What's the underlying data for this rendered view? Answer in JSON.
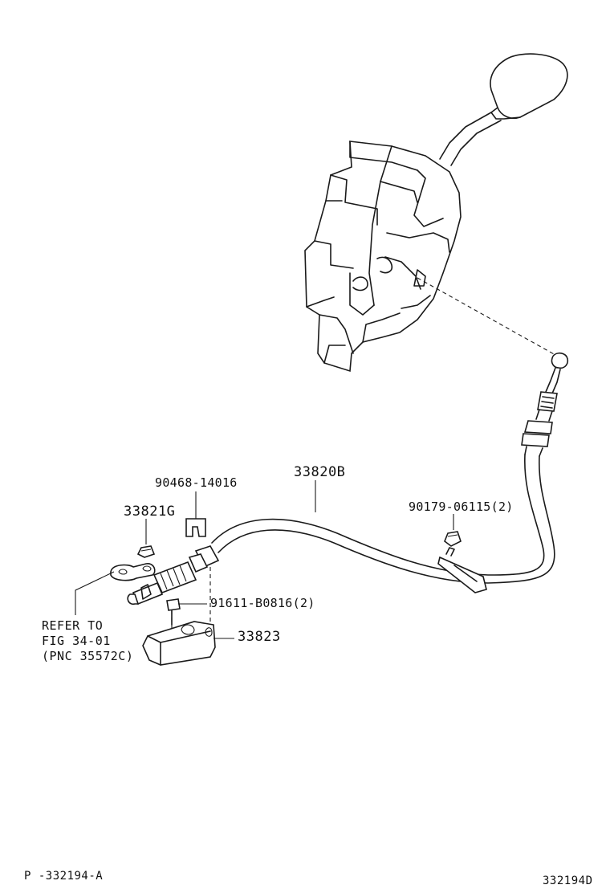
{
  "labels": {
    "bracket_clip": "90468-14016",
    "cable_assembly": "33820B",
    "nut_left": "33821G",
    "nut_right": "90179-06115(2)",
    "bolt": "91611-B0816(2)",
    "bracket": "33823"
  },
  "refer_note": {
    "line1": "REFER TO",
    "line2": "FIG 34-01",
    "line3": "(PNC 35572C)"
  },
  "footer": {
    "left_code": "P -332194-A",
    "right_code": "332194D"
  }
}
